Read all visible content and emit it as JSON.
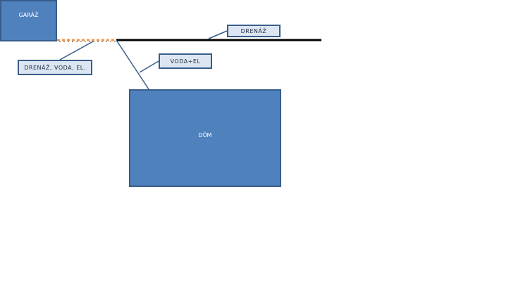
{
  "diagram": {
    "nodes": {
      "garage": {
        "label": "GARÁŽ"
      },
      "house": {
        "label": "DŮM"
      }
    },
    "callouts": {
      "drainage": {
        "label": "DRENÁŽ"
      },
      "water_electric": {
        "label": "VODA+EL"
      },
      "drainage_water_electric": {
        "label": "DRENÁŽ, VODA, EL."
      }
    },
    "colors": {
      "box_fill": "#4f81bd",
      "box_border": "#385d8a",
      "callout_fill": "#dce6f2",
      "main_line": "#000000",
      "dashed_segment": "#f79646"
    }
  }
}
